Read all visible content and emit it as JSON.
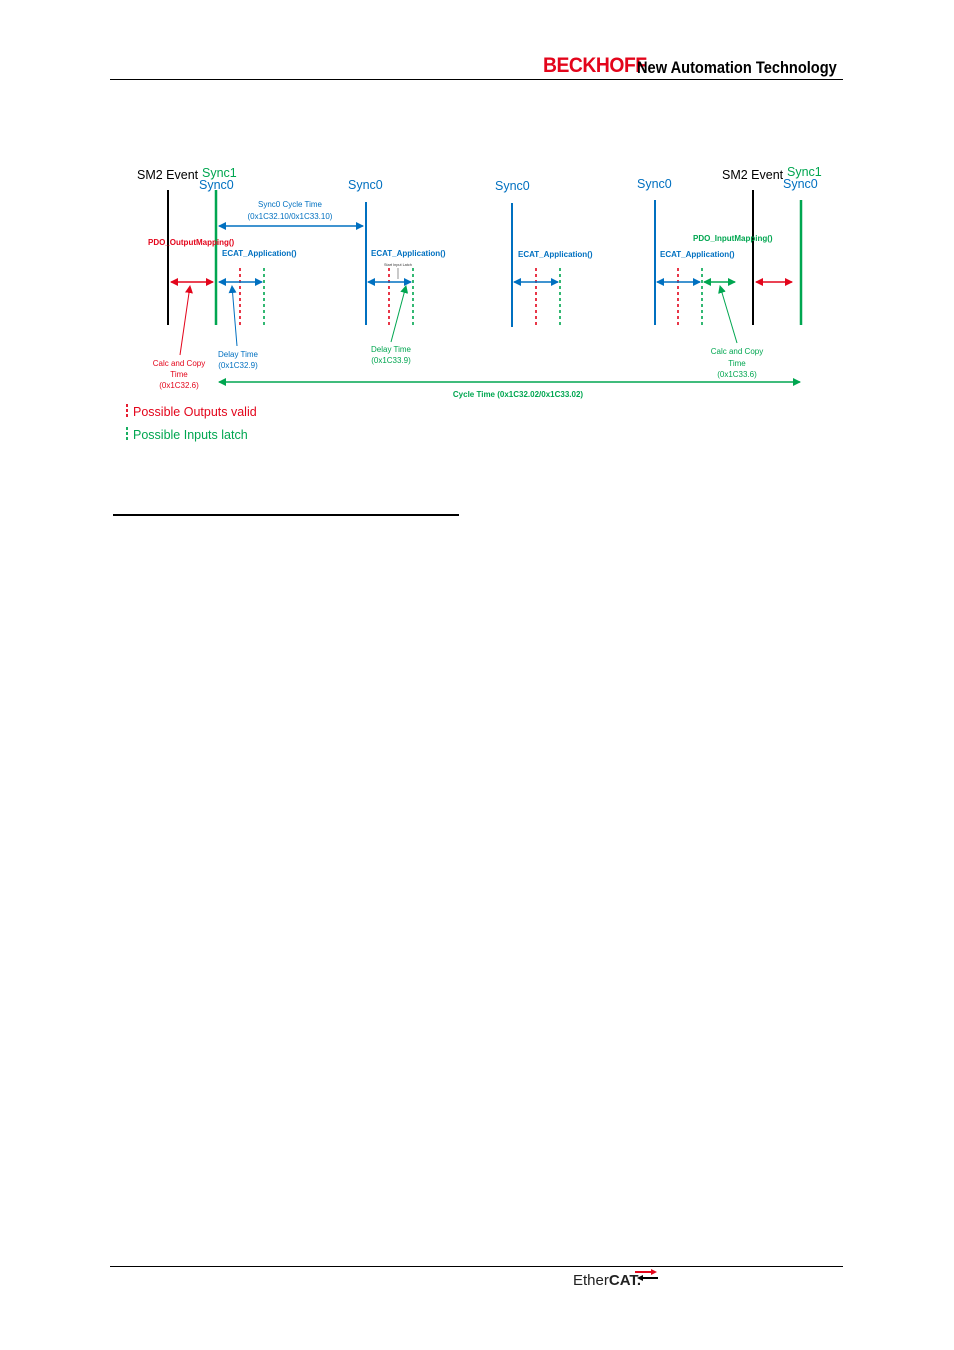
{
  "header": {
    "brand": "BECKHOFF",
    "tagline": "New Automation Technology"
  },
  "diagram": {
    "sm2_event_left": "SM2 Event",
    "sync1_left": "Sync1",
    "sync0_1": "Sync0",
    "sync0_2": "Sync0",
    "sync0_3": "Sync0",
    "sync0_4": "Sync0",
    "sm2_event_right": "SM2 Event",
    "sync1_right": "Sync1",
    "sync0_right": "Sync0",
    "sync0_cycle_line1": "Sync0 Cycle Time",
    "sync0_cycle_line2": "(0x1C32.10/0x1C33.10)",
    "pdo_output_mapping": "PDO_OutputMapping()",
    "ecat_app_1": "ECAT_Application()",
    "ecat_app_2": "ECAT_Application()",
    "ecat_app_3": "ECAT_Application()",
    "ecat_app_4": "ECAT_Application()",
    "pdo_input_mapping": "PDO_InputMapping()",
    "start_input_latch": "Start Input Latch",
    "calc_copy_left_1": "Calc and Copy",
    "calc_copy_left_2": "Time",
    "calc_copy_left_3": "(0x1C32.6)",
    "delay_left_1": "Delay Time",
    "delay_left_2": "(0x1C32.9)",
    "delay_mid_1": "Delay Time",
    "delay_mid_2": "(0x1C33.9)",
    "calc_copy_right_1": "Calc and Copy",
    "calc_copy_right_2": "Time",
    "calc_copy_right_3": "(0x1C33.6)",
    "cycle_time": "Cycle Time (0x1C32.02/0x1C33.02)",
    "legend_outputs": "Possible Outputs valid",
    "legend_inputs": "Possible Inputs latch",
    "colors": {
      "red": "#e3051b",
      "green": "#00a650",
      "blue": "#0070c0",
      "black": "#000000"
    }
  },
  "footer": {
    "ethercat_ether": "Ether",
    "ethercat_cat": "CAT."
  }
}
